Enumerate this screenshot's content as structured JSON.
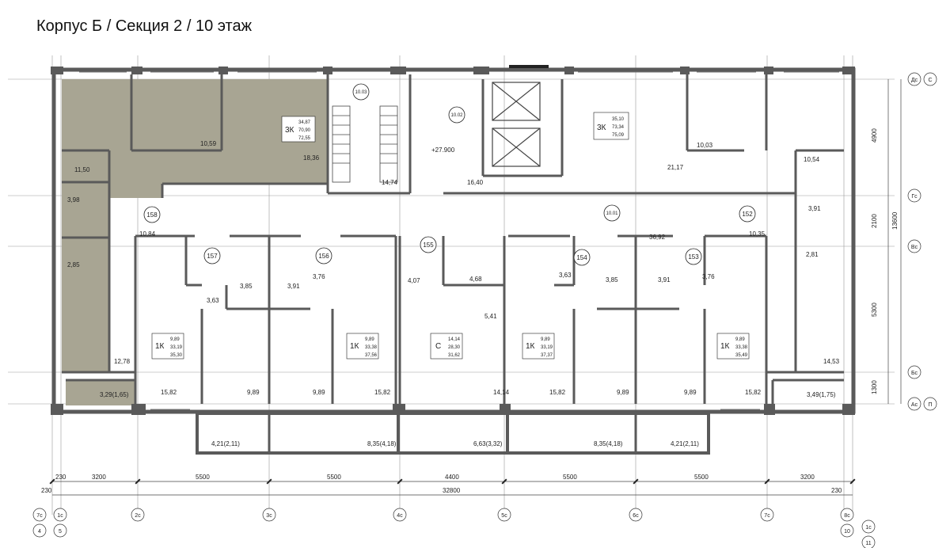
{
  "title": "Корпус Б / Секция 2 / 10 этаж",
  "colors": {
    "highlight": "#a8a593",
    "wall": "#5a5a5a",
    "line": "#333333"
  },
  "highlighted_apartment": {
    "type": "3К",
    "area_living": "34,87",
    "area_total": "70,90",
    "area_with_balcony": "72,55",
    "rooms": {
      "r1": "10,59",
      "r2": "11,50",
      "r3": "18,36",
      "r4": "3,98",
      "r5": "2,85",
      "r6": "10,84",
      "r7": "12,78",
      "balcony": "3,29(1,65)"
    }
  },
  "tags": {
    "t158": "158",
    "t157": "157",
    "t156": "156",
    "t155": "155",
    "t154": "154",
    "t153": "153",
    "t152": "152",
    "t1003": "10.03",
    "t1002": "10.02",
    "t1001": "10.01"
  },
  "elevation": "+27.900",
  "core": {
    "stair_area": "14,74",
    "lobby_area": "16,40",
    "corridor_area": "36,92"
  },
  "apt_3k_right": {
    "type": "3К",
    "area_living": "35,10",
    "area_total": "73,34",
    "area_with_balcony": "75,09",
    "rooms": {
      "r1": "10,03",
      "r2": "21,17",
      "r3": "10,54",
      "r4": "3,91",
      "r5": "2,81",
      "r6": "10,35",
      "r7": "14,53",
      "balcony": "3,49(1,75)"
    }
  },
  "apt_157": {
    "type": "1К",
    "a1": "9,89",
    "a2": "33,19",
    "a3": "35,30",
    "hall": "3,63",
    "bath": "3,85",
    "room": "15,82",
    "kitchen": "9,89",
    "balcony": "4,21(2,11)"
  },
  "apt_156": {
    "type": "1К",
    "a1": "9,89",
    "a2": "33,38",
    "a3": "37,56",
    "hall": "3,76",
    "bath": "3,91",
    "room": "15,82",
    "kitchen": "9,89",
    "balcony": "8,35(4,18)"
  },
  "apt_155": {
    "type": "С",
    "a1": "14,14",
    "a2": "28,30",
    "a3": "31,62",
    "hall": "4,07",
    "bath": "4,68",
    "extra": "5,41",
    "room": "14,14",
    "balcony": "6,63(3,32)"
  },
  "apt_154": {
    "type": "1К",
    "a1": "9,89",
    "a2": "33,19",
    "a3": "37,37",
    "hall": "3,63",
    "bath": "3,85",
    "room": "15,82",
    "kitchen": "9,89",
    "balcony": "8,35(4,18)"
  },
  "apt_153": {
    "type": "1К",
    "a1": "9,89",
    "a2": "33,38",
    "a3": "35,49",
    "hall": "3,76",
    "bath": "3,91",
    "room": "15,82",
    "kitchen": "9,89",
    "balcony": "4,21(2,11)"
  },
  "dimensions": {
    "row": [
      "3200",
      "5500",
      "5500",
      "4400",
      "5500",
      "5500",
      "3200"
    ],
    "total": "32800",
    "edge_left": "230",
    "edge_left2": "230",
    "edge_right": "230",
    "vertical": [
      "4900",
      "2100",
      "5300",
      "1300"
    ],
    "vertical_total": "13600"
  },
  "axes_bottom": [
    {
      "top": "7с",
      "bottom": "4"
    },
    {
      "top": "1с",
      "bottom": "5"
    },
    {
      "top": "2с",
      "bottom": ""
    },
    {
      "top": "3с",
      "bottom": ""
    },
    {
      "top": "4с",
      "bottom": ""
    },
    {
      "top": "5с",
      "bottom": ""
    },
    {
      "top": "6с",
      "bottom": ""
    },
    {
      "top": "7с",
      "bottom": ""
    },
    {
      "top": "8с",
      "bottom": "10"
    },
    {
      "top": "1с",
      "bottom": "11"
    }
  ],
  "axes_right": [
    {
      "left": "Дс",
      "right": "С"
    },
    {
      "left": "Гс",
      "right": ""
    },
    {
      "left": "Вс",
      "right": ""
    },
    {
      "left": "Бс",
      "right": ""
    },
    {
      "left": "Ас",
      "right": "П"
    }
  ]
}
